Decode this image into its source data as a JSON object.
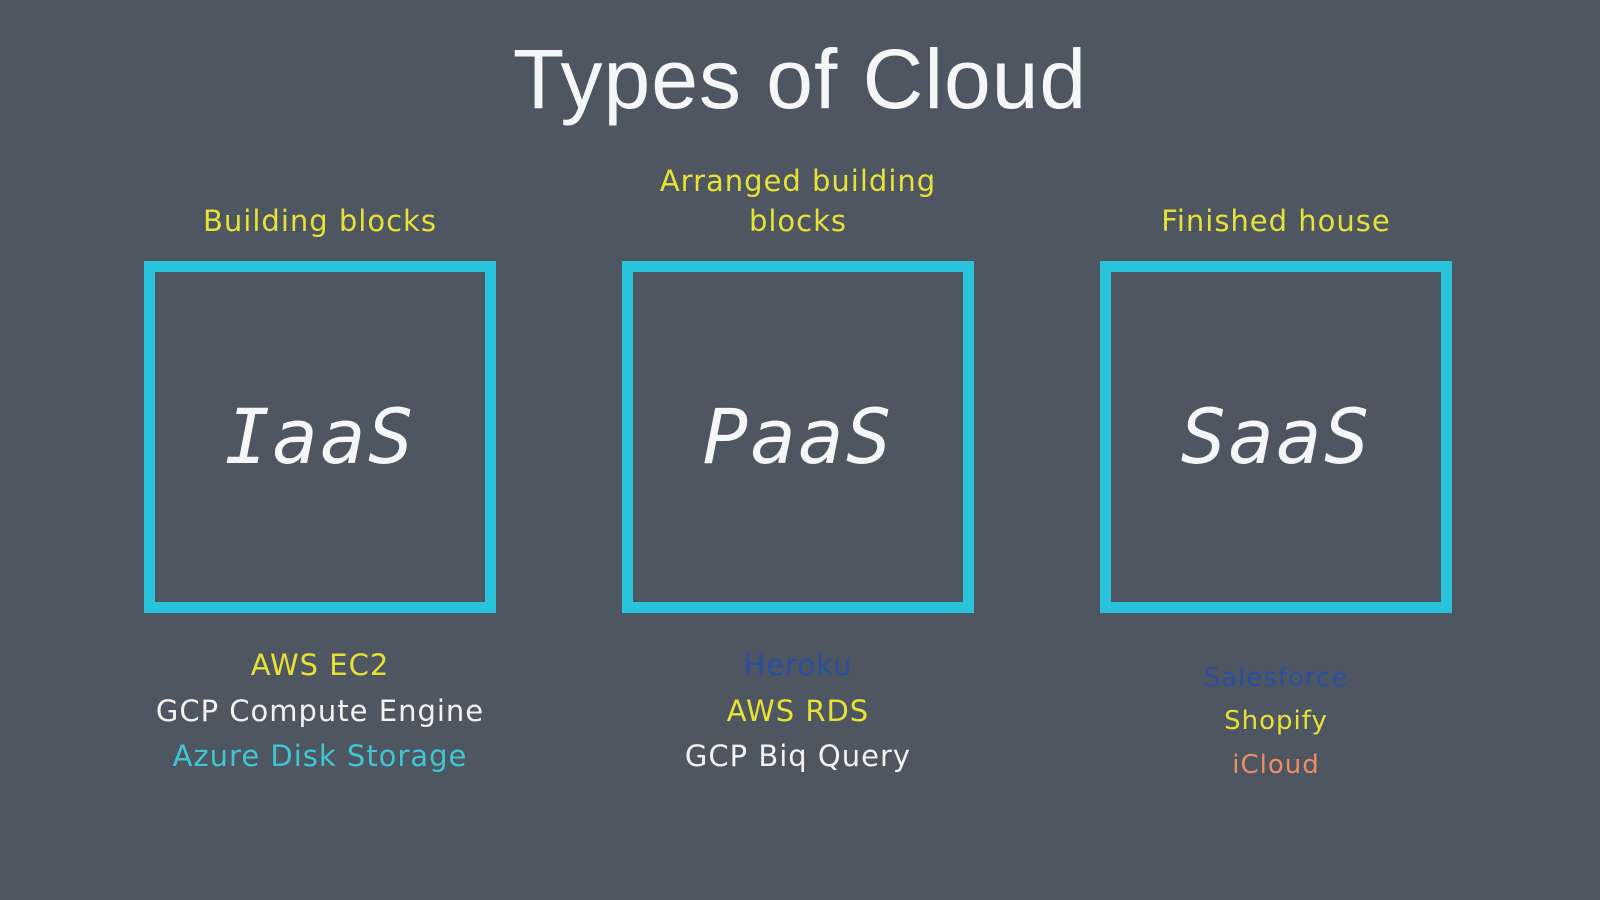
{
  "title": "Types of Cloud",
  "colors": {
    "background": "#4d5661",
    "title_text": "#f4f6f8",
    "box_border": "#29c3db",
    "box_label_text": "#f4f6f8",
    "caption_yellow": "#e8e135",
    "example_yellow": "#e8e135",
    "example_white": "#f2f2f2",
    "example_teal": "#3fc6d2",
    "example_blue": "#2b4f9e",
    "example_orange": "#ee8d62"
  },
  "columns": [
    {
      "id": "iaas",
      "caption": "Building blocks",
      "box_label": "IaaS",
      "examples": [
        {
          "label": "AWS EC2",
          "color": "#e8e135"
        },
        {
          "label": "GCP Compute Engine",
          "color": "#f2f2f2"
        },
        {
          "label": "Azure Disk Storage",
          "color": "#3fc6d2"
        }
      ]
    },
    {
      "id": "paas",
      "caption": "Arranged building blocks",
      "box_label": "PaaS",
      "examples": [
        {
          "label": "Heroku",
          "color": "#2b4f9e"
        },
        {
          "label": "AWS RDS",
          "color": "#e8e135"
        },
        {
          "label": "GCP Biq Query",
          "color": "#f2f2f2"
        }
      ]
    },
    {
      "id": "saas",
      "caption": "Finished house",
      "box_label": "SaaS",
      "examples": [
        {
          "label": "Salesforce",
          "color": "#2b4f9e"
        },
        {
          "label": "Shopify",
          "color": "#e8e135"
        },
        {
          "label": "iCloud",
          "color": "#ee8d62"
        }
      ]
    }
  ]
}
